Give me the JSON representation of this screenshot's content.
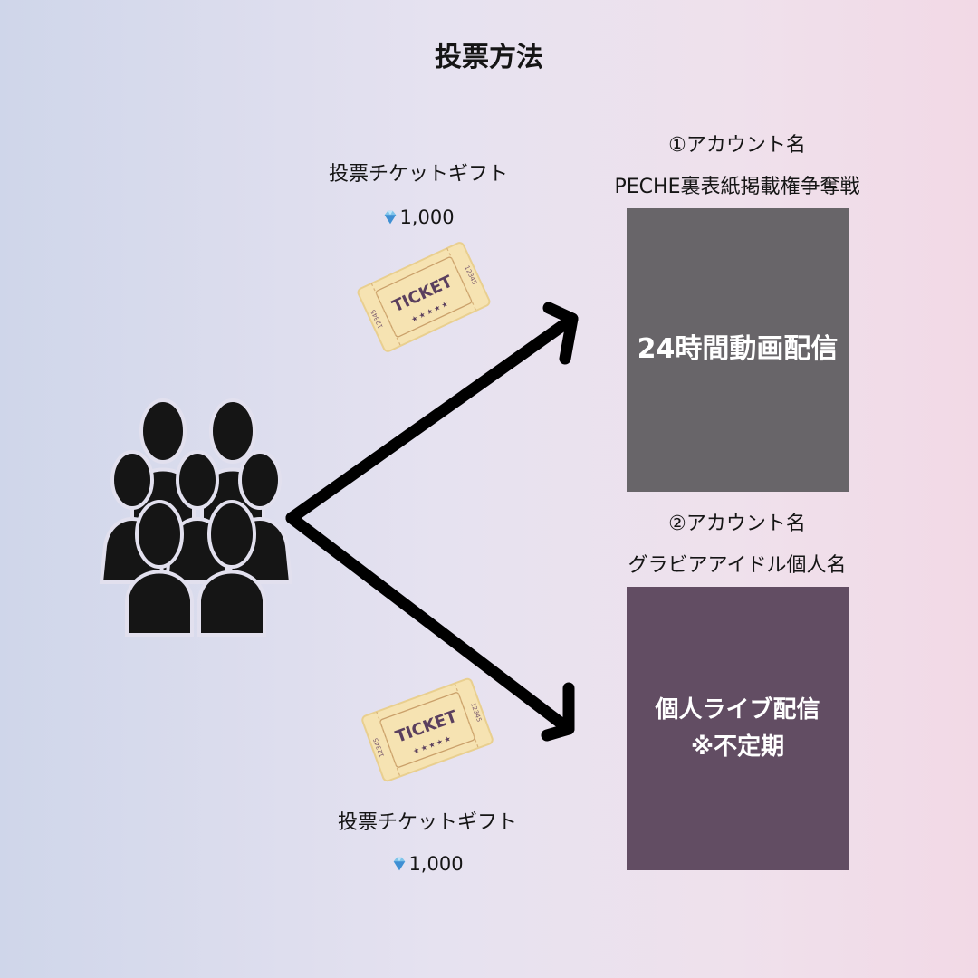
{
  "title": "投票方法",
  "gift_top": {
    "label": "投票チケットギフト",
    "price": "1,000",
    "icon": "diamond-icon"
  },
  "gift_bottom": {
    "label": "投票チケットギフト",
    "price": "1,000",
    "icon": "diamond-icon"
  },
  "ticket_text": "TICKET",
  "ticket_stars": "★★★★★",
  "ticket_number": "12345",
  "account1": {
    "heading": "①アカウント名",
    "subheading": "PECHE裏表紙掲載権争奪戦",
    "box_lines": [
      "24時間動画配信"
    ]
  },
  "account2": {
    "heading": "②アカウント名",
    "subheading": "グラビアアイドル個人名",
    "box_lines": [
      "個人ライブ配信",
      "※不定期"
    ]
  },
  "colors": {
    "box1": "#686569",
    "box2": "#624d63",
    "ticket": "#f6e3b2",
    "ticket_accent": "#5a3f5e",
    "arrow": "#000000"
  }
}
